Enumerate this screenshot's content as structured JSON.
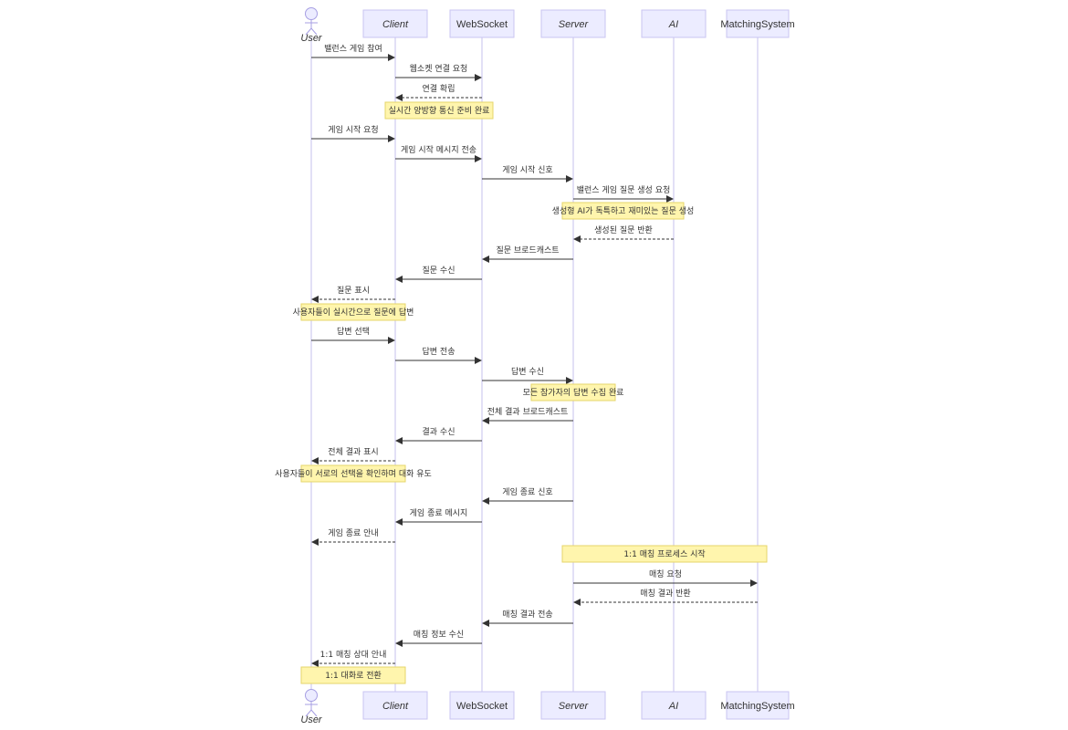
{
  "actors": [
    {
      "id": "user",
      "label": "User",
      "kind": "person"
    },
    {
      "id": "client",
      "label": "Client",
      "kind": "box"
    },
    {
      "id": "ws",
      "label": "WebSocket",
      "kind": "box"
    },
    {
      "id": "server",
      "label": "Server",
      "kind": "box"
    },
    {
      "id": "ai",
      "label": "AI",
      "kind": "box"
    },
    {
      "id": "match",
      "label": "MatchingSystem",
      "kind": "box"
    }
  ],
  "steps": [
    {
      "type": "msg",
      "from": "user",
      "to": "client",
      "label": "밸런스 게임 참여",
      "dashed": false
    },
    {
      "type": "msg",
      "from": "client",
      "to": "ws",
      "label": "웹소켓 연결 요청",
      "dashed": false
    },
    {
      "type": "msg",
      "from": "ws",
      "to": "client",
      "label": "연결 확립",
      "dashed": true
    },
    {
      "type": "note",
      "over": [
        "client",
        "ws"
      ],
      "label": "실시간 양방향 통신 준비 완료"
    },
    {
      "type": "msg",
      "from": "user",
      "to": "client",
      "label": "게임 시작 요청",
      "dashed": false
    },
    {
      "type": "msg",
      "from": "client",
      "to": "ws",
      "label": "게임 시작 메시지 전송",
      "dashed": false
    },
    {
      "type": "msg",
      "from": "ws",
      "to": "server",
      "label": "게임 시작 신호",
      "dashed": false
    },
    {
      "type": "msg",
      "from": "server",
      "to": "ai",
      "label": "밸런스 게임 질문 생성 요청",
      "dashed": false
    },
    {
      "type": "note",
      "over": [
        "server",
        "ai"
      ],
      "label": "생성형 AI가 독특하고 재미있는 질문 생성"
    },
    {
      "type": "msg",
      "from": "ai",
      "to": "server",
      "label": "생성된 질문 반환",
      "dashed": true
    },
    {
      "type": "msg",
      "from": "server",
      "to": "ws",
      "label": "질문 브로드캐스트",
      "dashed": false
    },
    {
      "type": "msg",
      "from": "ws",
      "to": "client",
      "label": "질문 수신",
      "dashed": false
    },
    {
      "type": "msg",
      "from": "client",
      "to": "user",
      "label": "질문 표시",
      "dashed": true
    },
    {
      "type": "note",
      "over": [
        "user",
        "client"
      ],
      "label": "사용자들이 실시간으로 질문에 답변"
    },
    {
      "type": "msg",
      "from": "user",
      "to": "client",
      "label": "답변 선택",
      "dashed": false
    },
    {
      "type": "msg",
      "from": "client",
      "to": "ws",
      "label": "답변 전송",
      "dashed": false
    },
    {
      "type": "msg",
      "from": "ws",
      "to": "server",
      "label": "답변 수신",
      "dashed": false
    },
    {
      "type": "note",
      "over": [
        "server"
      ],
      "label": "모든 참가자의 답변 수집 완료"
    },
    {
      "type": "msg",
      "from": "server",
      "to": "ws",
      "label": "전체 결과 브로드캐스트",
      "dashed": false
    },
    {
      "type": "msg",
      "from": "ws",
      "to": "client",
      "label": "결과 수신",
      "dashed": false
    },
    {
      "type": "msg",
      "from": "client",
      "to": "user",
      "label": "전체 결과 표시",
      "dashed": true
    },
    {
      "type": "note",
      "over": [
        "user",
        "client"
      ],
      "label": "사용자들이 서로의 선택을 확인하며 대화 유도"
    },
    {
      "type": "msg",
      "from": "server",
      "to": "ws",
      "label": "게임 종료 신호",
      "dashed": false
    },
    {
      "type": "msg",
      "from": "ws",
      "to": "client",
      "label": "게임 종료 메시지",
      "dashed": false
    },
    {
      "type": "msg",
      "from": "client",
      "to": "user",
      "label": "게임 종료 안내",
      "dashed": true
    },
    {
      "type": "note",
      "over": [
        "server",
        "match"
      ],
      "label": "1:1 매칭 프로세스 시작"
    },
    {
      "type": "msg",
      "from": "server",
      "to": "match",
      "label": "매칭 요청",
      "dashed": false
    },
    {
      "type": "msg",
      "from": "match",
      "to": "server",
      "label": "매칭 결과 반환",
      "dashed": true
    },
    {
      "type": "msg",
      "from": "server",
      "to": "ws",
      "label": "매칭 결과 전송",
      "dashed": false
    },
    {
      "type": "msg",
      "from": "ws",
      "to": "client",
      "label": "매칭 정보 수신",
      "dashed": false
    },
    {
      "type": "msg",
      "from": "client",
      "to": "user",
      "label": "1:1 매칭 상대 안내",
      "dashed": true
    },
    {
      "type": "note",
      "over": [
        "user",
        "client"
      ],
      "label": "1:1 대화로 전환"
    }
  ]
}
